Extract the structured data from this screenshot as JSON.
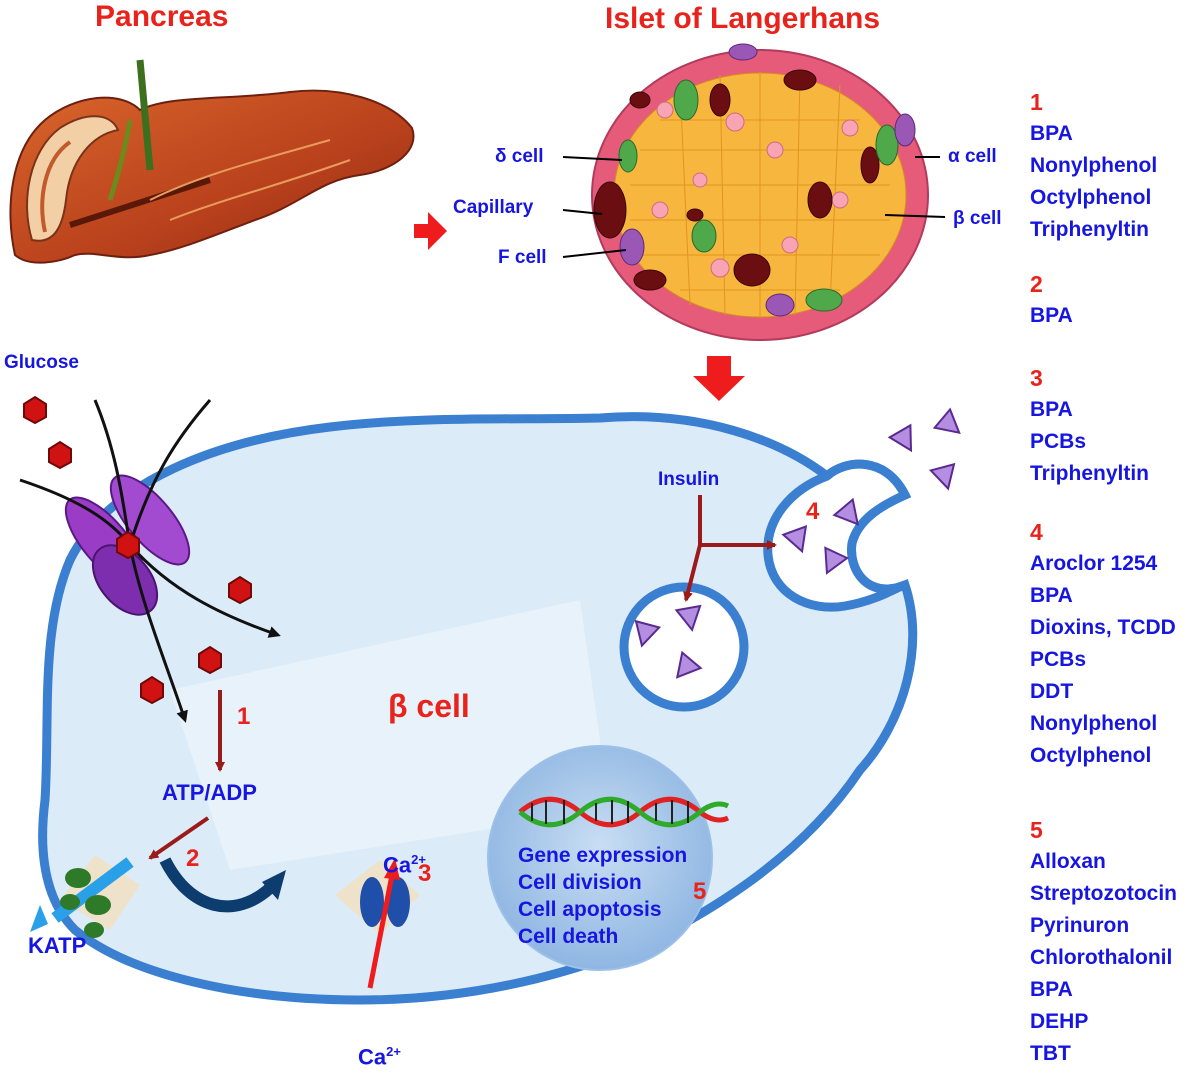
{
  "titles": {
    "pancreas": "Pancreas",
    "islet": "Islet of Langerhans"
  },
  "islet_labels": {
    "delta": "δ cell",
    "capillary": "Capillary",
    "f_cell": "F cell",
    "alpha": "α cell",
    "beta": "β cell"
  },
  "cell": {
    "glucose": "Glucose",
    "beta_cell": "β cell",
    "insulin": "Insulin",
    "atp_adp": "ATP/ADP",
    "katp": "KATP",
    "ca_top": "Ca",
    "ca_bottom": "Ca",
    "ca_charge": "2+",
    "nucleus_processes": [
      "Gene expression",
      "Cell division",
      "Cell apoptosis",
      "Cell death"
    ],
    "steps": [
      "1",
      "2",
      "3",
      "4",
      "5"
    ]
  },
  "compounds": [
    {
      "number": "1",
      "items": [
        "BPA",
        "Nonylphenol",
        "Octylphenol",
        "Triphenyltin"
      ]
    },
    {
      "number": "2",
      "items": [
        "BPA"
      ]
    },
    {
      "number": "3",
      "items": [
        "BPA",
        "PCBs",
        "Triphenyltin"
      ]
    },
    {
      "number": "4",
      "items": [
        "Aroclor 1254",
        "BPA",
        "Dioxins, TCDD",
        "PCBs",
        "DDT",
        "Nonylphenol",
        "Octylphenol"
      ]
    },
    {
      "number": "5",
      "items": [
        "Alloxan",
        "Streptozotocin",
        "Pyrinuron",
        "Chlorothalonil",
        "BPA",
        "DEHP",
        "TBT"
      ]
    }
  ],
  "colors": {
    "title_red": "#e8231c",
    "label_blue": "#1616e0",
    "membrane_blue": "#3a7fd0",
    "cytoplasm": "#dcebf8",
    "arrow_dark_red": "#9b1a1a",
    "glucose_red": "#d01212",
    "channel_purple": "#8b3fc8",
    "insulin_purple": "#b48ee0"
  },
  "icons": [
    "pancreas-organ",
    "islet-cross-section",
    "glucose-hexagon",
    "glucose-transporter",
    "katp-channel",
    "calcium-channel",
    "insulin-triangle",
    "dna-helix"
  ]
}
